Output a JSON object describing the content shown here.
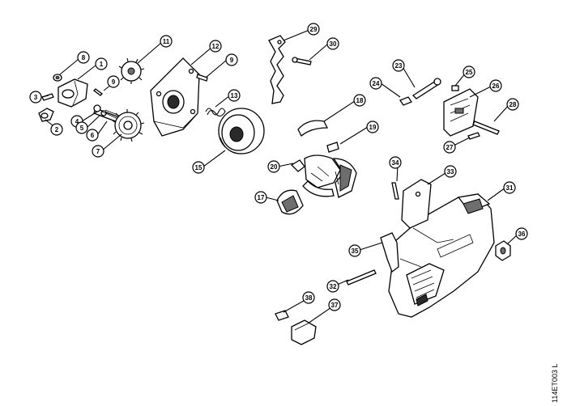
{
  "diagram": {
    "part_code": "114ET003 L",
    "callouts": [
      "1",
      "2",
      "3",
      "4",
      "5",
      "6",
      "7",
      "8",
      "9",
      "9",
      "11",
      "12",
      "13",
      "15",
      "17",
      "18",
      "19",
      "20",
      "23",
      "24",
      "25",
      "26",
      "27",
      "28",
      "29",
      "30",
      "31",
      "32",
      "33",
      "34",
      "35",
      "36",
      "37",
      "38"
    ]
  }
}
